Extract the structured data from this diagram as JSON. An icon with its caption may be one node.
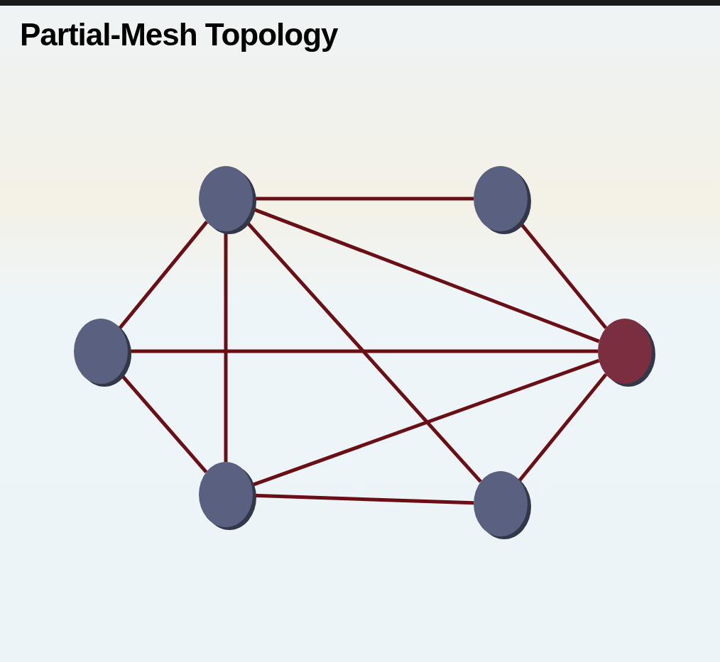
{
  "diagram": {
    "title": "Partial-Mesh Topology",
    "nodes": [
      {
        "text": [],
        "shape": "circle"
      },
      {
        "text": [],
        "shape": "circle"
      },
      {
        "text": [],
        "shape": "circle"
      },
      {
        "text": [],
        "shape": "circle"
      },
      {
        "text": [],
        "shape": "circle"
      },
      {
        "text": [],
        "shape": "circle"
      }
    ],
    "edges": [
      {
        "from": 0,
        "to": 1,
        "arrow": "none"
      },
      {
        "from": 0,
        "to": 3,
        "arrow": "none"
      },
      {
        "from": 0,
        "to": 2,
        "arrow": "none"
      },
      {
        "from": 0,
        "to": 4,
        "arrow": "none"
      },
      {
        "from": 0,
        "to": 5,
        "arrow": "none"
      },
      {
        "from": 1,
        "to": 3,
        "arrow": "none"
      },
      {
        "from": 2,
        "to": 3,
        "arrow": "none"
      },
      {
        "from": 2,
        "to": 4,
        "arrow": "none"
      },
      {
        "from": 4,
        "to": 3,
        "arrow": "none"
      },
      {
        "from": 4,
        "to": 5,
        "arrow": "none"
      },
      {
        "from": 5,
        "to": 3,
        "arrow": "none"
      }
    ]
  }
}
